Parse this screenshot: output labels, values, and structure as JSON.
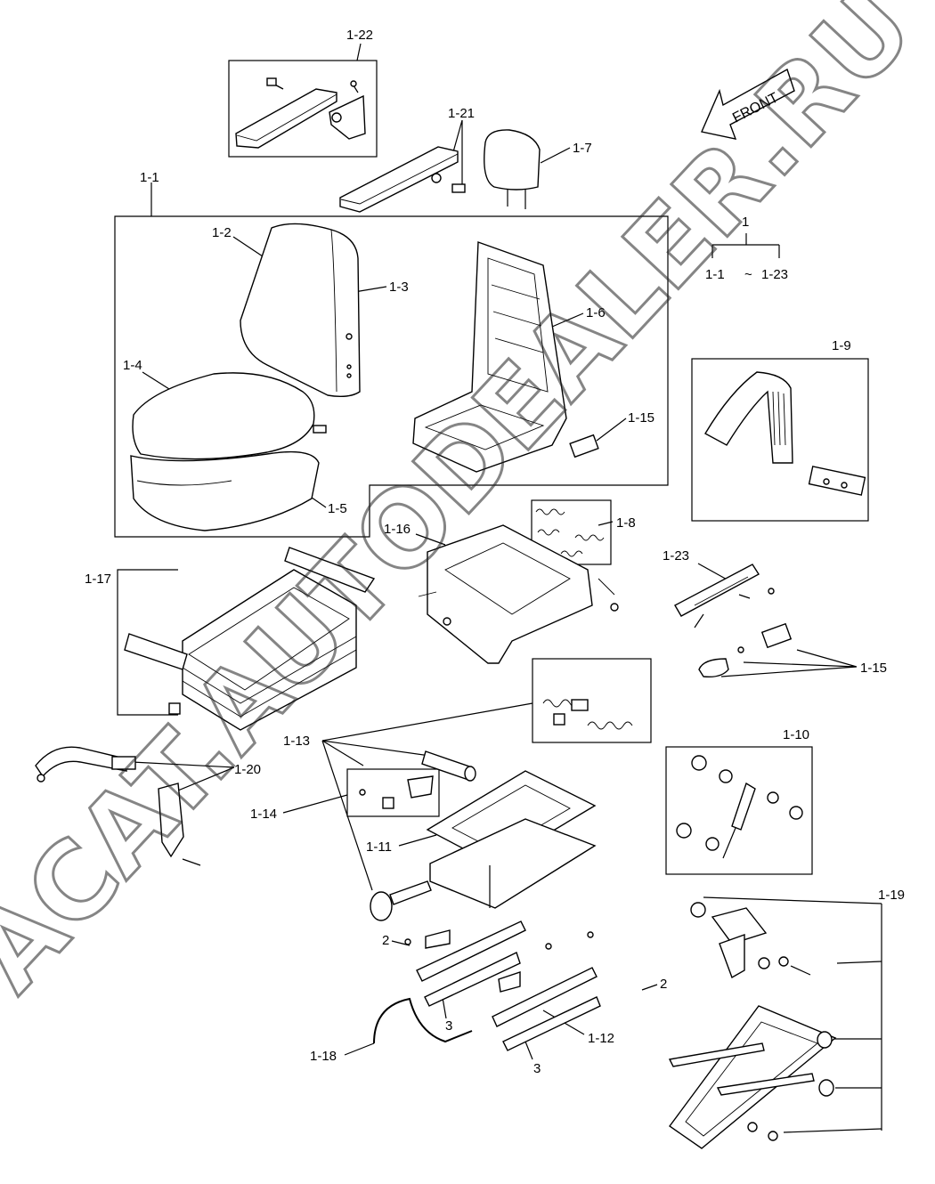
{
  "labels": {
    "l1_22": "1-22",
    "l1_21": "1-21",
    "l1_7": "1-7",
    "l1_1": "1-1",
    "l1_2": "1-2",
    "l1_3": "1-3",
    "l1_4": "1-4",
    "l1_5": "1-5",
    "l1_6": "1-6",
    "l1_15a": "1-15",
    "l1_9": "1-9",
    "l1": "1",
    "range_from": "1-1",
    "range_sep": "~",
    "range_to": "1-23",
    "l1_16": "1-16",
    "l1_8": "1-8",
    "l1_17": "1-17",
    "l1_23": "1-23",
    "l1_15b": "1-15",
    "l1_13": "1-13",
    "l1_10": "1-10",
    "l1_20": "1-20",
    "l1_14": "1-14",
    "l1_11": "1-11",
    "l1_19": "1-19",
    "l2a": "2",
    "l2b": "2",
    "l3a": "3",
    "l3b": "3",
    "l1_12": "1-12",
    "l1_18": "1-18"
  },
  "front_arrow_text": "FRONT",
  "watermark_text": "ACAT.AUTODEALER.RU"
}
